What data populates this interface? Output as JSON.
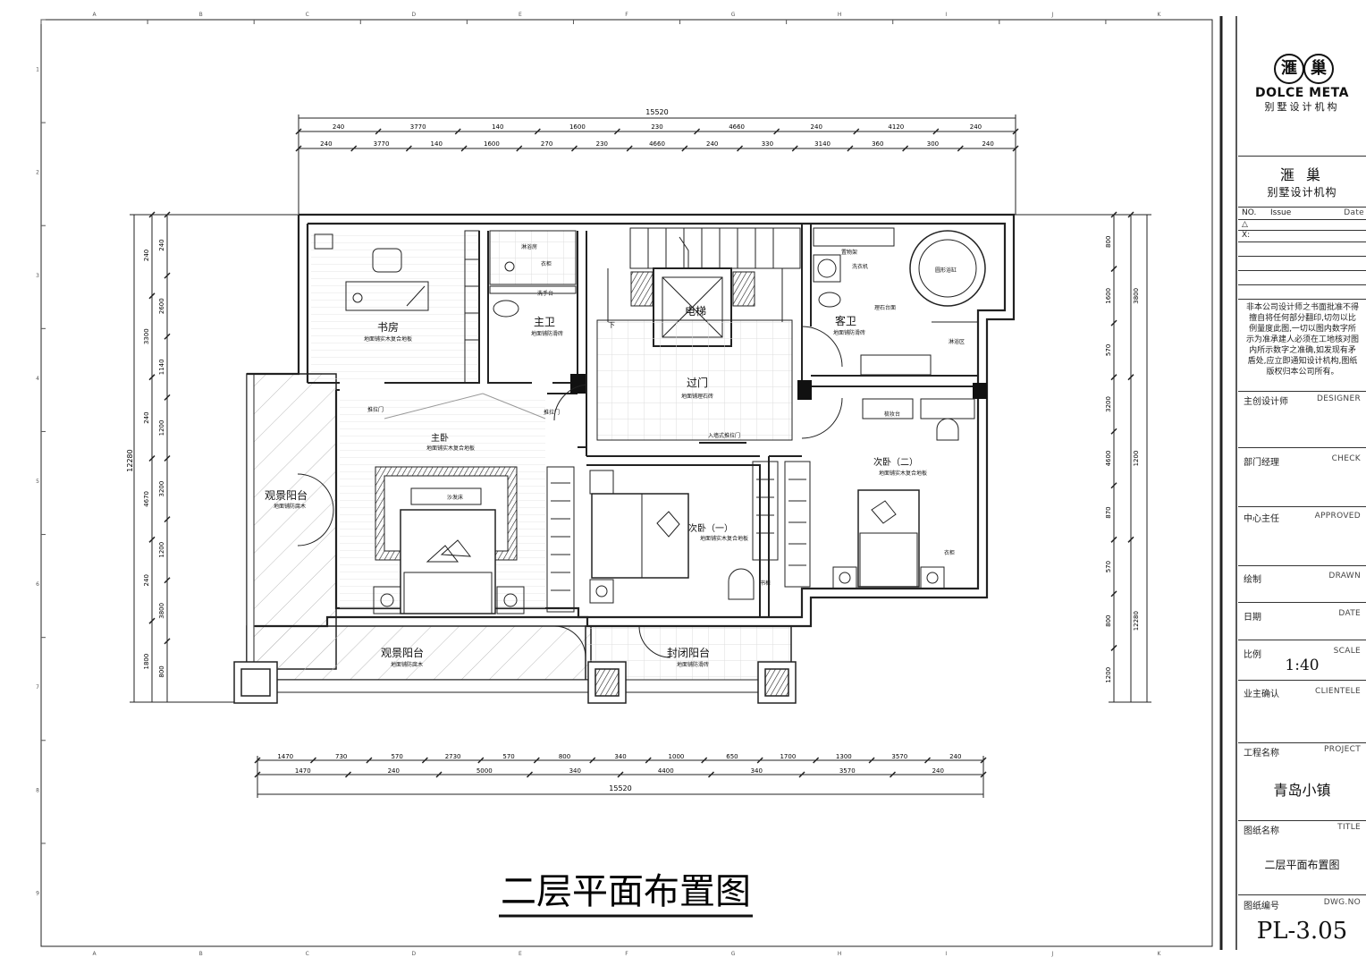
{
  "drawing_title": "二层平面布置图",
  "dims_top": {
    "overall": "15520",
    "row1": [
      "240",
      "3770",
      "140",
      "1600",
      "230",
      "4660",
      "240",
      "4120",
      "240"
    ],
    "row2": [
      "240",
      "3770",
      "140",
      "1600",
      "270",
      "230",
      "4660",
      "240",
      "330",
      "3140",
      "360",
      "300",
      "240"
    ]
  },
  "dims_bottom": {
    "row1": [
      "1470",
      "730",
      "570",
      "2730",
      "570",
      "800",
      "340",
      "1000",
      "650",
      "1700",
      "1300",
      "3570",
      "240"
    ],
    "row2": [
      "1470",
      "240",
      "5000",
      "340",
      "4400",
      "340",
      "3570",
      "240"
    ],
    "overall": "15520"
  },
  "dims_left": {
    "outer": [
      "240",
      "3300",
      "240",
      "4670",
      "240",
      "1800"
    ],
    "inner": [
      "240",
      "2600",
      "1140",
      "1200",
      "3200",
      "1200",
      "3800",
      "800"
    ],
    "overall": "12280"
  },
  "dims_right": {
    "outer": [
      "800",
      "1600",
      "570",
      "3200",
      "4600",
      "870",
      "570",
      "800",
      "1200"
    ],
    "inner": [
      "3800",
      "1200",
      "12280"
    ]
  },
  "rooms": {
    "study": {
      "name": "书房",
      "floor": "地面铺实木复合地板"
    },
    "master_bath": {
      "name": "主卫",
      "floor": "地面铺防滑砖"
    },
    "elevator": {
      "name": "电梯"
    },
    "hall": {
      "name": "过门",
      "floor": "地面铺理石砖"
    },
    "guest_bath": {
      "name": "客卫",
      "floor": "地面铺防滑砖"
    },
    "master_bed": {
      "name": "主卧",
      "floor": "地面铺实木复合地板"
    },
    "bed1": {
      "name": "次卧（一）",
      "floor": "地面铺实木复合地板"
    },
    "bed2": {
      "name": "次卧（二）",
      "floor": "地面铺实木复合地板"
    },
    "balcony_left": {
      "name": "观景阳台",
      "floor": "地面铺防腐木"
    },
    "balcony_bottom": {
      "name": "观景阳台",
      "floor": "地面铺防腐木"
    },
    "closed_balcony": {
      "name": "封闭阳台",
      "floor": "地面铺防滑砖"
    }
  },
  "labels": {
    "push_door1": "推拉门",
    "push_door2": "推拉门",
    "entry_door": "入墙式推拉门",
    "shower": "淋浴房",
    "wash_table": "洗手台",
    "toilet_shelf": "置物架",
    "bathtub": "圆形浴缸",
    "washer": "洗衣机",
    "marble": "理石台面",
    "sofa": "沙发床",
    "shower2": "淋浴区",
    "dresser": "梳妆台",
    "bookcase": "书柜",
    "wardrobe": "衣柜",
    "wardrobe2": "衣柜",
    "stair_down": "下"
  },
  "title_block": {
    "logo_char1": "滙",
    "logo_char2": "巢",
    "brand_en": "DOLCE META",
    "brand_cn": "别墅设计机构",
    "company_name": "滙 巢",
    "company_sub": "别墅设计机构",
    "rev_no": "NO.",
    "rev_issue": "Issue",
    "rev_date": "Date",
    "rev_symbol": "△",
    "rev_x": "X:",
    "note": "非本公司设计师之书面批准不得擅自将任何部分翻印,切勿以比例量度此图,一切以图内数字所示为准承建人必须在工地核对图内所示数字之准确,如发现有矛盾处,应立即通知设计机构,图纸版权归本公司所有。",
    "designer_cn": "主创设计师",
    "designer_en": "DESIGNER",
    "check_cn": "部门经理",
    "check_en": "CHECK",
    "approved_cn": "中心主任",
    "approved_en": "APPROVED",
    "drawn_cn": "绘制",
    "drawn_en": "DRAWN",
    "date_cn": "日期",
    "date_en": "DATE",
    "scale_cn": "比例",
    "scale_en": "SCALE",
    "scale_value": "1:40",
    "client_cn": "业主确认",
    "client_en": "CLIENTELE",
    "project_cn": "工程名称",
    "project_en": "PROJECT",
    "project_value": "青岛小镇",
    "title_cn": "图纸名称",
    "title_en": "TITLE",
    "title_value": "二层平面布置图",
    "dwg_cn": "图纸编号",
    "dwg_en": "DWG.NO",
    "dwg_value": "PL-3.05"
  },
  "grid": {
    "cols": [
      "A",
      "B",
      "C",
      "D",
      "E",
      "F",
      "G",
      "H",
      "I",
      "J",
      "K"
    ],
    "rows": [
      "1",
      "2",
      "3",
      "4",
      "5",
      "6",
      "7",
      "8",
      "9"
    ]
  }
}
